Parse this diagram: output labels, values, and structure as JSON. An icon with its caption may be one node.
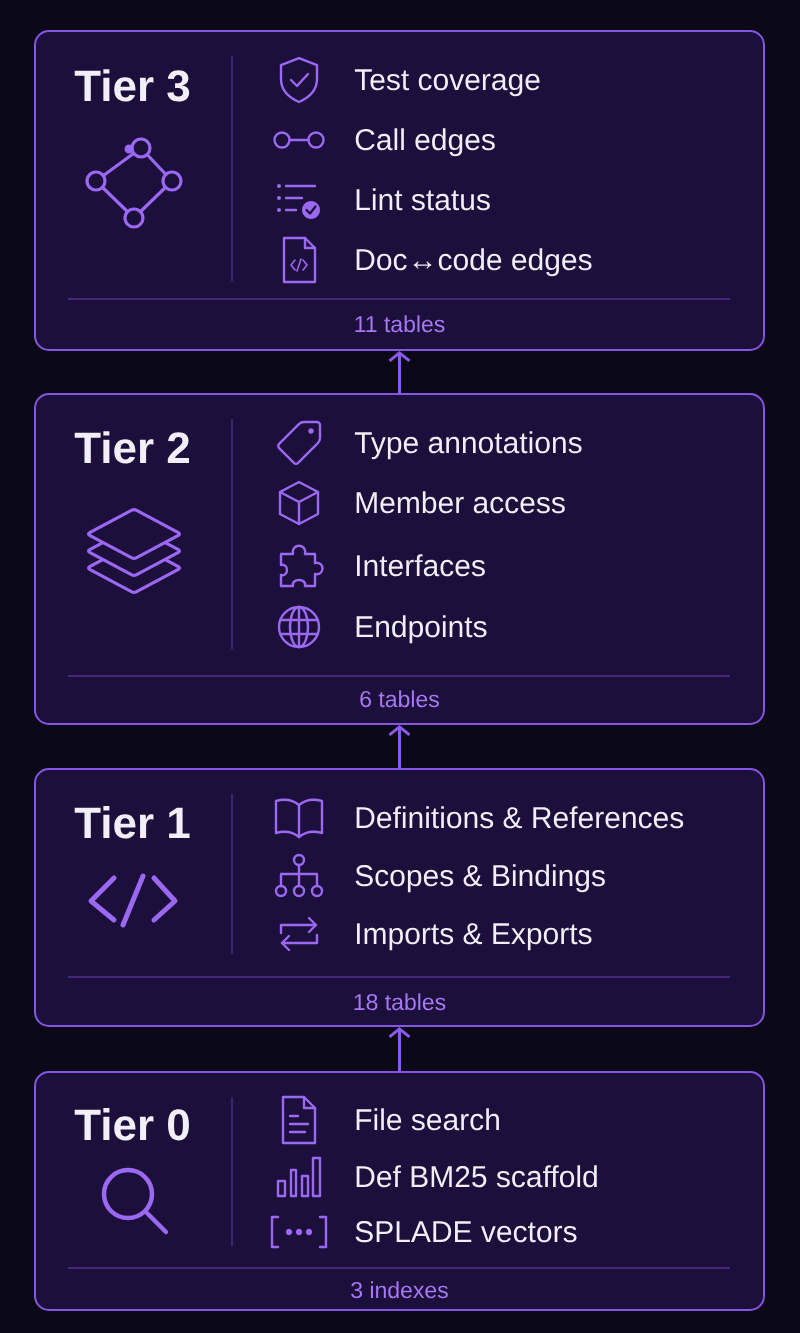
{
  "diagram": {
    "nodes": [
      {
        "text": [
          "Tier 3",
          "Test coverage",
          "Call edges",
          "Lint status",
          "Doc↔code edges",
          "11 tables"
        ]
      },
      {
        "text": [
          "Tier 2",
          "Type annotations",
          "Member access",
          "Interfaces",
          "Endpoints",
          "6 tables"
        ]
      },
      {
        "text": [
          "Tier 1",
          "Definitions & References",
          "Scopes & Bindings",
          "Imports & Exports",
          "18 tables"
        ]
      },
      {
        "text": [
          "Tier 0",
          "File search",
          "Def BM25 scaffold",
          "SPLADE vectors",
          "3 indexes"
        ]
      }
    ],
    "edges": [
      {
        "from": 1,
        "to": 0,
        "arrow": "to"
      },
      {
        "from": 2,
        "to": 1,
        "arrow": "to"
      },
      {
        "from": 3,
        "to": 2,
        "arrow": "to"
      }
    ]
  }
}
